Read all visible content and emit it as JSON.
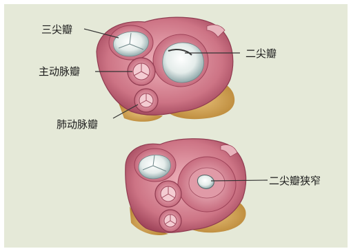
{
  "labels": {
    "tricuspid": "三尖瓣",
    "mitral": "二尖瓣",
    "aortic": "主动脉瓣",
    "pulmonary": "肺动脉瓣",
    "mitral_stenosis": "二尖瓣狭窄"
  },
  "colors": {
    "background": "#e5e9d8",
    "muscle": "#cd7485",
    "muscle_light": "#e9a7b1",
    "muscle_dark": "#9d4258",
    "fat": "#d6a55a",
    "valve_lumen": "#eef2f0",
    "valve_shadow": "#8ea6a8"
  }
}
